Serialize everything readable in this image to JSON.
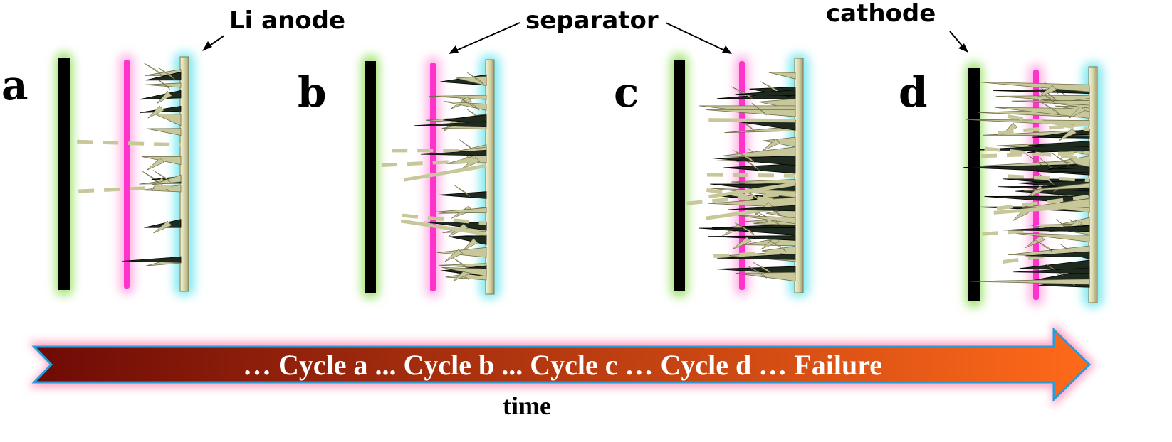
{
  "labels": {
    "li_anode": "Li anode",
    "separator": "separator",
    "cathode": "cathode",
    "time": "time",
    "arrow_text": "… Cycle a ... Cycle b ... Cycle c … Cycle d … Failure"
  },
  "panels": [
    {
      "letter": "a",
      "stage": "Cycle a"
    },
    {
      "letter": "b",
      "stage": "Cycle b"
    },
    {
      "letter": "c",
      "stage": "Cycle c"
    },
    {
      "letter": "d",
      "stage": "Cycle d"
    }
  ],
  "colors": {
    "anode": "#000000",
    "anode_glow": "#9be36b",
    "separator": "#ff33cc",
    "separator_glow": "#ff99dd",
    "cathode": "#d8d6a8",
    "cathode_glow": "#7fe9f0",
    "dendrite": "#c7c79a",
    "dendrite_dark": "#1f2a1f",
    "arrow_start": "#6e0a06",
    "arrow_end": "#ff6a1a",
    "arrow_outline": "#2b9bd6",
    "arrow_glow": "#ff9fc0"
  }
}
